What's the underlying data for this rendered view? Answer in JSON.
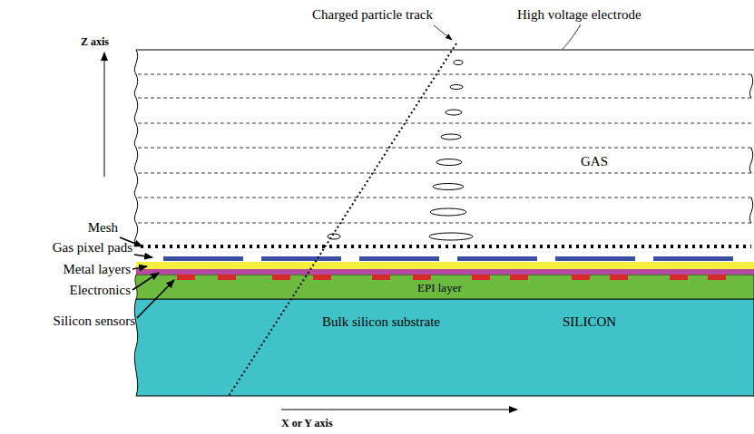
{
  "diagram": {
    "nodes": [
      {
        "text": [
          "GAS"
        ]
      },
      {
        "text": [
          "EPI layer"
        ]
      },
      {
        "text": [
          "Bulk silicon substrate",
          "SILICON"
        ]
      }
    ],
    "labels": [
      "Charged particle track",
      "High voltage electrode",
      "Z axis",
      "Mesh",
      "Gas pixel pads",
      "Metal layers",
      "Electronics",
      "Silicon sensors",
      "X or Y axis"
    ]
  }
}
